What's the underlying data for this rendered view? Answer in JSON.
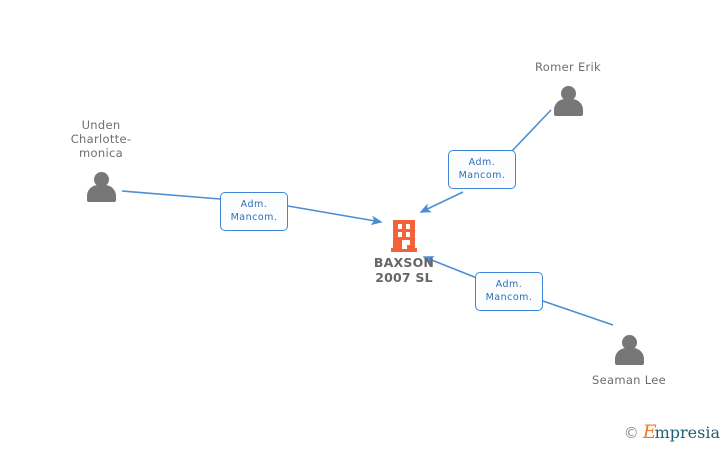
{
  "diagram": {
    "title": "BAXSON 2007 SL corporate relations graph",
    "colors": {
      "line": "#4a8fd4",
      "box_border": "#3f87d6",
      "box_text": "#2f6fb5",
      "company_orange": "#f4623a",
      "person_gray": "#777777",
      "label_gray": "#6e6e6e",
      "company_label_gray": "#666666",
      "background": "#ffffff"
    },
    "company": {
      "name": "BAXSON\n2007 SL",
      "icon": "building-icon"
    },
    "people": [
      {
        "id": "unden",
        "name": "Unden\nCharlotte-\nmonica",
        "icon": "person-icon"
      },
      {
        "id": "romer",
        "name": "Romer Erik",
        "icon": "person-icon"
      },
      {
        "id": "seaman",
        "name": "Seaman Lee",
        "icon": "person-icon"
      }
    ],
    "relations": [
      {
        "id": "rel-unden",
        "label": "Adm.\nMancom."
      },
      {
        "id": "rel-romer",
        "label": "Adm.\nMancom."
      },
      {
        "id": "rel-seaman",
        "label": "Adm.\nMancom."
      }
    ]
  },
  "watermark": {
    "copyright": "©",
    "brand_initial": "E",
    "brand_rest": "mpresia"
  }
}
